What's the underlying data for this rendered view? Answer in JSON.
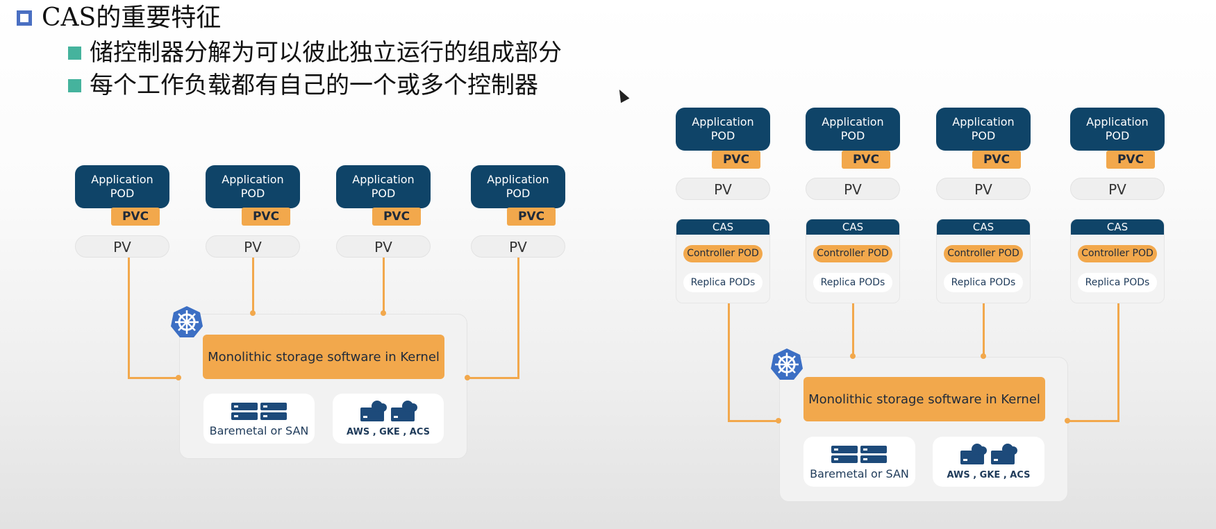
{
  "slide": {
    "title": "CAS的重要特征",
    "bullets": [
      "储控制器分解为可以彼此独立运行的组成部分",
      "每个工作负载都有自己的一个或多个控制器"
    ]
  },
  "labels": {
    "pod": "Application\nPOD",
    "pvc": "PVC",
    "pv": "PV",
    "cas": "CAS",
    "controller": "Controller POD",
    "replica": "Replica PODs",
    "mono": "Monolithic storage software in Kernel",
    "baremetal": "Baremetal or SAN",
    "cloud": "AWS , GKE , ACS"
  },
  "colors": {
    "pod": "#0f4468",
    "accent": "#f2a84c",
    "bullet": "#45b39d",
    "title_box": "#4a6fc2",
    "k8s": "#3c6fc4"
  }
}
